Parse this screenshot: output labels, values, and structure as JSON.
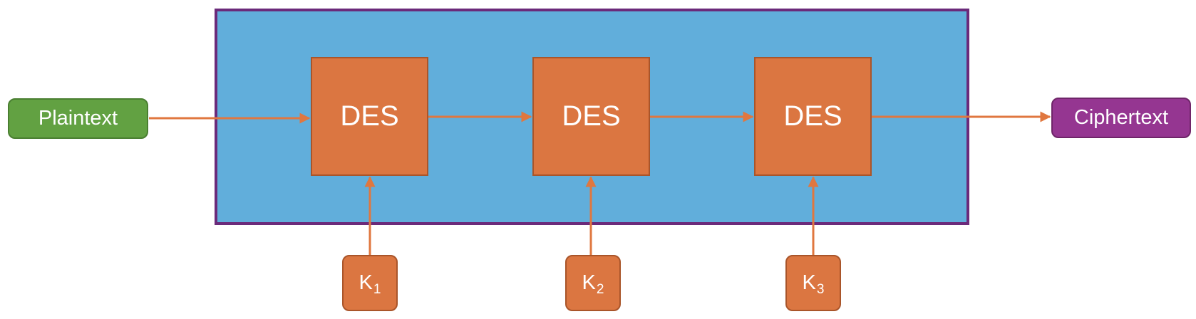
{
  "diagram": {
    "input": {
      "label": "Plaintext"
    },
    "output": {
      "label": "Ciphertext"
    },
    "stages": [
      {
        "label": "DES",
        "key": {
          "letter": "K",
          "sub": "1"
        }
      },
      {
        "label": "DES",
        "key": {
          "letter": "K",
          "sub": "2"
        }
      },
      {
        "label": "DES",
        "key": {
          "letter": "K",
          "sub": "3"
        }
      }
    ]
  },
  "colors": {
    "container_fill": "#61aedb",
    "container_border": "#6b2a7a",
    "block_fill": "#db7641",
    "input_fill": "#62a142",
    "output_fill": "#953691",
    "arrow": "#e0773f"
  }
}
